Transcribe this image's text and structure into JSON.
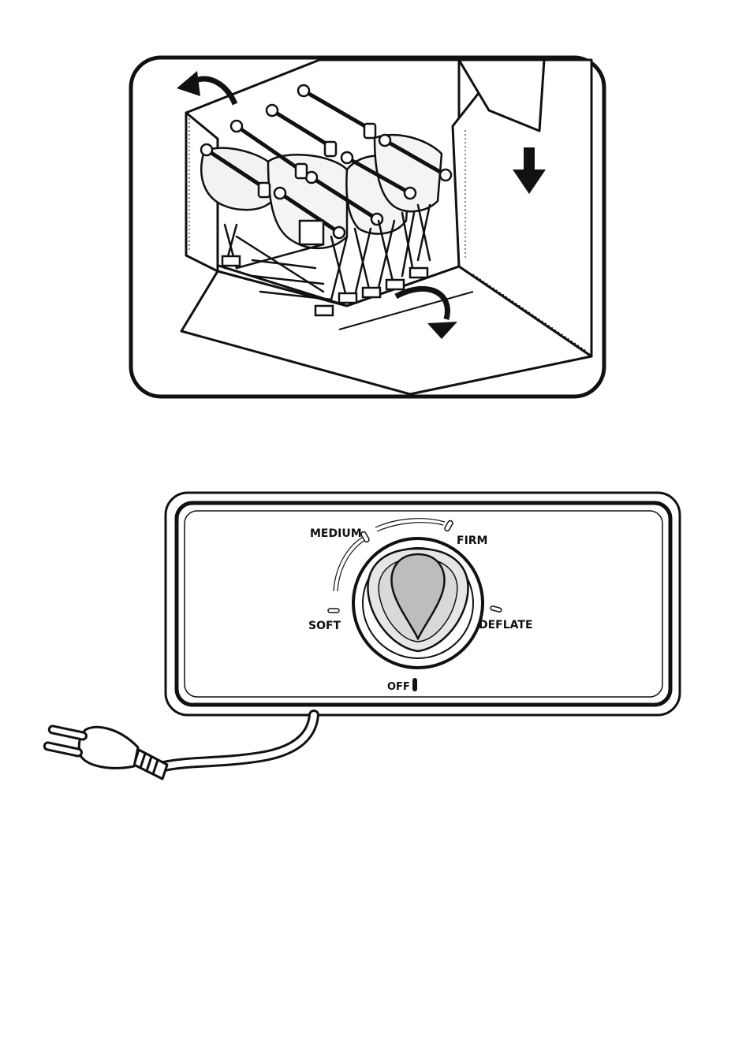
{
  "control_panel": {
    "labels": {
      "medium": "MEDIUM",
      "firm": "FIRM",
      "soft": "SOFT",
      "deflate": "DEFLATE",
      "off": "OFF"
    }
  }
}
